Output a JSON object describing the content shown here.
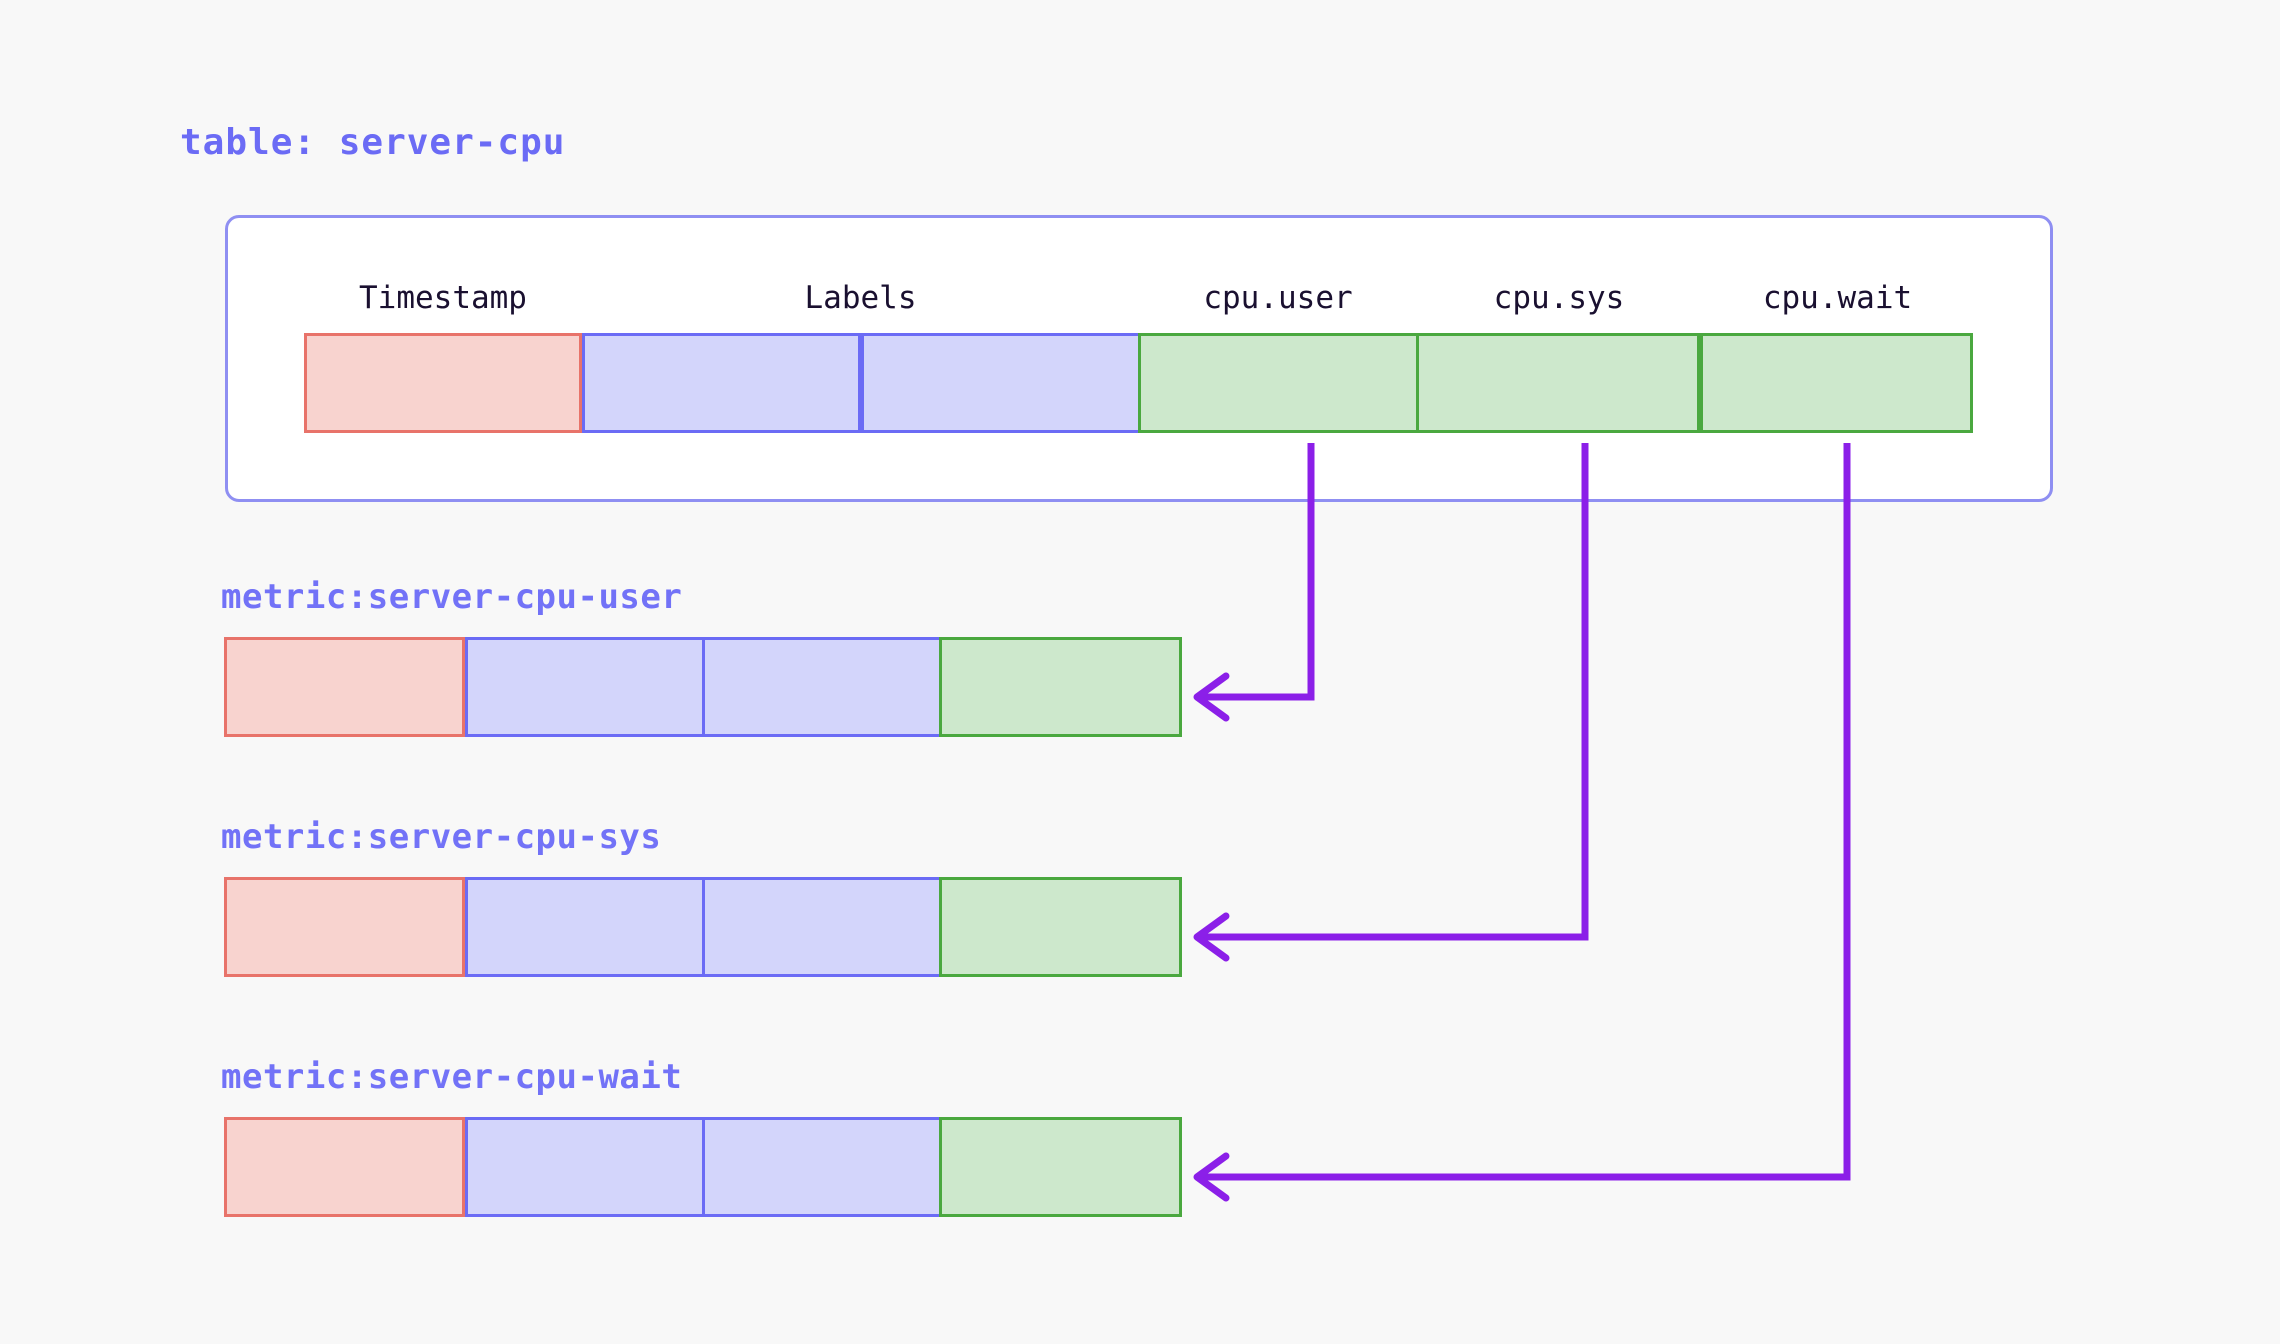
{
  "page": {
    "background_color": "#f8f8f8",
    "accent_color": "#6b6bf5",
    "arrow_color": "#8b1fe8"
  },
  "table": {
    "title": "table: server-cpu",
    "card_border_color": "#8f8ff2",
    "column_headers": [
      {
        "label": "Timestamp",
        "kind": "timestamp"
      },
      {
        "label": "Labels",
        "kind": "label"
      },
      {
        "label": "cpu.user",
        "kind": "value"
      },
      {
        "label": "cpu.sys",
        "kind": "value"
      },
      {
        "label": "cpu.wait",
        "kind": "value"
      }
    ],
    "row_cells": [
      {
        "kind": "timestamp",
        "fill": "#f8d3cf",
        "stroke": "#e8736a"
      },
      {
        "kind": "label",
        "fill": "#d3d5fb",
        "stroke": "#6b6bf5"
      },
      {
        "kind": "label",
        "fill": "#d3d5fb",
        "stroke": "#6b6bf5"
      },
      {
        "kind": "value",
        "column": "cpu.user",
        "fill": "#cde8cc",
        "stroke": "#4aa83f"
      },
      {
        "kind": "value",
        "column": "cpu.sys",
        "fill": "#cde8cc",
        "stroke": "#4aa83f"
      },
      {
        "kind": "value",
        "column": "cpu.wait",
        "fill": "#cde8cc",
        "stroke": "#4aa83f"
      }
    ]
  },
  "metrics": [
    {
      "title": "metric:server-cpu-user",
      "source_column": "cpu.user",
      "cells": [
        {
          "kind": "timestamp",
          "fill": "#f8d3cf",
          "stroke": "#e8736a"
        },
        {
          "kind": "label",
          "fill": "#d3d5fb",
          "stroke": "#6b6bf5"
        },
        {
          "kind": "label",
          "fill": "#d3d5fb",
          "stroke": "#6b6bf5"
        },
        {
          "kind": "value",
          "fill": "#cde8cc",
          "stroke": "#4aa83f"
        }
      ]
    },
    {
      "title": "metric:server-cpu-sys",
      "source_column": "cpu.sys",
      "cells": [
        {
          "kind": "timestamp",
          "fill": "#f8d3cf",
          "stroke": "#e8736a"
        },
        {
          "kind": "label",
          "fill": "#d3d5fb",
          "stroke": "#6b6bf5"
        },
        {
          "kind": "label",
          "fill": "#d3d5fb",
          "stroke": "#6b6bf5"
        },
        {
          "kind": "value",
          "fill": "#cde8cc",
          "stroke": "#4aa83f"
        }
      ]
    },
    {
      "title": "metric:server-cpu-wait",
      "source_column": "cpu.wait",
      "cells": [
        {
          "kind": "timestamp",
          "fill": "#f8d3cf",
          "stroke": "#e8736a"
        },
        {
          "kind": "label",
          "fill": "#d3d5fb",
          "stroke": "#6b6bf5"
        },
        {
          "kind": "label",
          "fill": "#d3d5fb",
          "stroke": "#6b6bf5"
        },
        {
          "kind": "value",
          "fill": "#cde8cc",
          "stroke": "#4aa83f"
        }
      ]
    }
  ],
  "connectors": [
    {
      "from": "cpu.user",
      "to": "metric:server-cpu-user"
    },
    {
      "from": "cpu.sys",
      "to": "metric:server-cpu-sys"
    },
    {
      "from": "cpu.wait",
      "to": "metric:server-cpu-wait"
    }
  ]
}
